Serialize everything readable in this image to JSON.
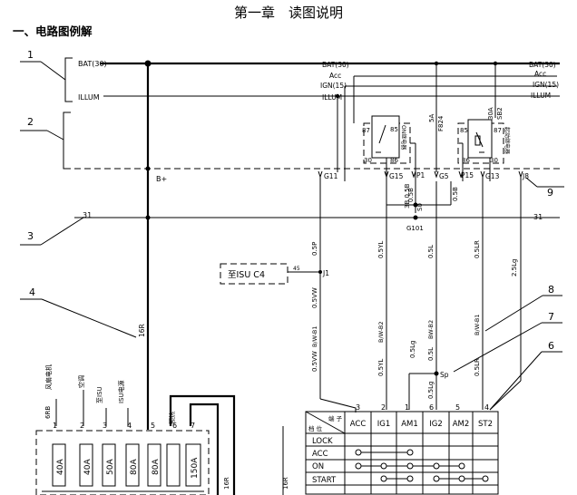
{
  "header": {
    "chapter_title": "第一章　读图说明",
    "section_title": "一、电路图例解"
  },
  "callouts": [
    "1",
    "2",
    "3",
    "4",
    "6",
    "7",
    "8",
    "9"
  ],
  "rails": {
    "bat": "BAT(30)",
    "acc": "Acc",
    "ign": "IGN(15)",
    "illum": "ILLUM",
    "ground31": "31",
    "bplus": "B+"
  },
  "relays": [
    {
      "pins": [
        "87",
        "85",
        "30",
        "86"
      ],
      "name": "ON继电器"
    },
    {
      "pins": [
        "87",
        "85",
        "30",
        "86"
      ],
      "name": "起动继电器"
    }
  ],
  "relay_feeds": {
    "left_num": "5A",
    "left_name": "F824",
    "right_num": "30A",
    "right_name": "SB2"
  },
  "connectors": [
    "G11",
    "G15",
    "P1",
    "G5",
    "P15",
    "G13",
    "J8",
    "J1",
    "Sp"
  ],
  "ground": {
    "wire": "3B 0.5B",
    "pin": "S0",
    "name": "G101"
  },
  "isu_box": {
    "label": "至ISU C4",
    "pin": "45"
  },
  "wire_labels": {
    "w05P": "0.5P",
    "w05YL": "0.5YL",
    "w05L": "0.5L",
    "w05LR": "0.5LR",
    "w25Lg": "2.5Lg",
    "w05VW_upper": "0.5VW",
    "w05B_p1": "0.5B",
    "w05B_p15": "0.5B",
    "w16R_a": "16R",
    "w16R_b": "16R",
    "w16R_c": "16R",
    "w6RB": "6RB",
    "w05VW_lower": "0.5VW",
    "w05YL_lower": "0.5YL",
    "w05L_lower": "0.5L",
    "w05LR_lower": "0.5LR",
    "w05Lg_a": "0.5Lg",
    "w05Lg_b": "0.5Lg"
  },
  "mid_markers": {
    "vw": "B/W-B1",
    "yl": "B/W-B2",
    "l": "BW-B2",
    "lr": "B/W-B1"
  },
  "fusebox": {
    "top_labels": [
      "风扇电机",
      "空调",
      "至ISU",
      "ISU电源"
    ],
    "pin_numbers": [
      "1",
      "2",
      "3",
      "4",
      "5",
      "6",
      "7"
    ],
    "fuses": [
      "40A",
      "40A",
      "50A",
      "80A",
      "80A",
      "150A"
    ],
    "extra_label": "预热"
  },
  "switch": {
    "header_a": "档 位",
    "header_b": "端 子",
    "columns": [
      "ACC",
      "IG1",
      "AM1",
      "IG2",
      "AM2",
      "ST2"
    ],
    "terminal_numbers": [
      "3",
      "2",
      "1",
      "6",
      "5",
      "4"
    ],
    "rows": [
      "LOCK",
      "ACC",
      "ON",
      "START"
    ]
  }
}
